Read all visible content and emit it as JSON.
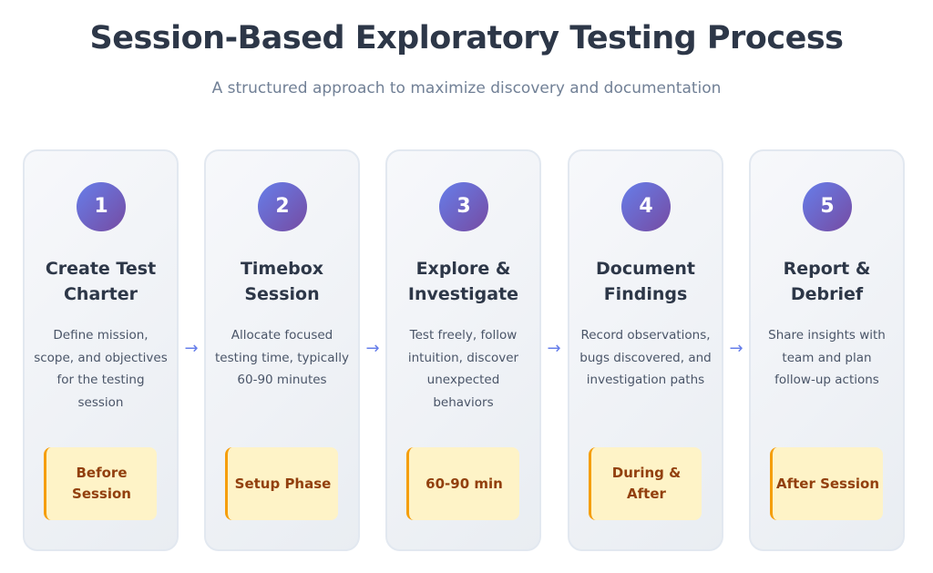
{
  "title": "Session-Based Exploratory Testing Process",
  "subtitle": "A structured approach to maximize discovery and documentation",
  "arrow": "→",
  "steps": [
    {
      "number": "1",
      "title": "Create Test Charter",
      "description": "Define mission, scope, and objectives for the testing session",
      "badge": "Before Session"
    },
    {
      "number": "2",
      "title": "Timebox Session",
      "description": "Allocate focused testing time, typically 60-90 minutes",
      "badge": "Setup Phase"
    },
    {
      "number": "3",
      "title": "Explore & Investigate",
      "description": "Test freely, follow intuition, discover unexpected behaviors",
      "badge": "60-90 min"
    },
    {
      "number": "4",
      "title": "Document Findings",
      "description": "Record observations, bugs discovered, and investigation paths",
      "badge": "During & After"
    },
    {
      "number": "5",
      "title": "Report & Debrief",
      "description": "Share insights with team and plan follow-up actions",
      "badge": "After Session"
    }
  ]
}
